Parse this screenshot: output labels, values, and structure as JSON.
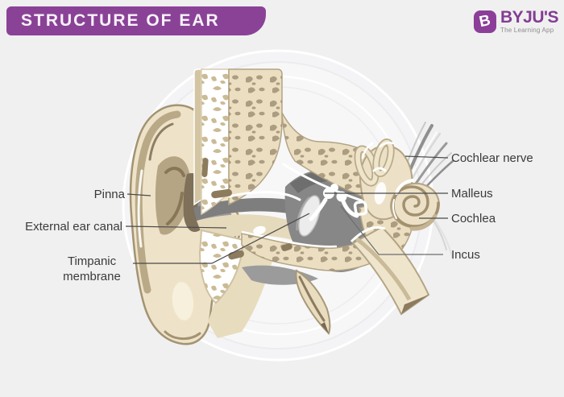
{
  "header": {
    "title": "STRUCTURE OF EAR"
  },
  "logo": {
    "badge_letter": "B",
    "name": "BYJU'S",
    "tagline": "The Learning App"
  },
  "diagram": {
    "subject": "Structure of Ear",
    "labels": {
      "pinna": "Pinna",
      "external_ear_canal": "External ear canal",
      "timpanic_line1": "Timpanic",
      "timpanic_line2": "membrane",
      "cochlear_nerve": "Cochlear nerve",
      "malleus": "Malleus",
      "cochlea": "Cochlea",
      "incus": "Incus"
    },
    "palette": {
      "page_background": "#f0f0f1",
      "banner_purple": "#8a4297",
      "logo_purple": "#8b3f98",
      "tagline_gray": "#8d8d8d",
      "label_text": "#3a3a3a",
      "leader_line": "#4a4a4a",
      "skin_cream": "#eee3c8",
      "bone_beige": "#ecdfc1",
      "bone_spot_tan": "#a5947a",
      "cavity_gray": "#878787",
      "nerve_gray": "#9a9a9a"
    }
  }
}
